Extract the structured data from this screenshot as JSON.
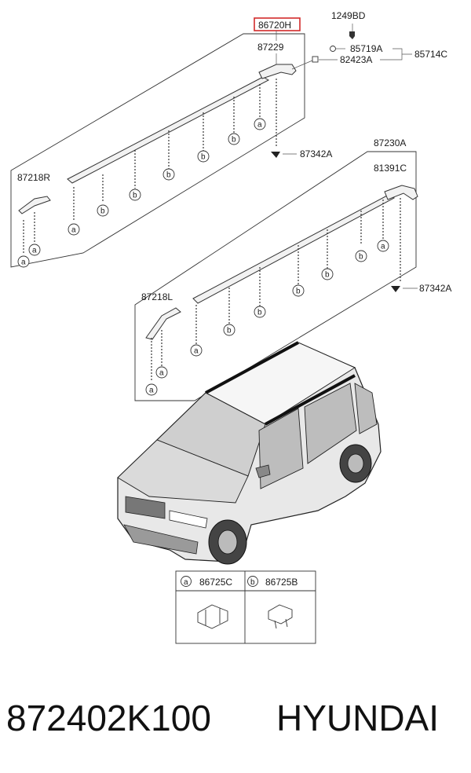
{
  "labels": {
    "highlighted_part": "86720H",
    "p1249BD": "1249BD",
    "p85719A": "85719A",
    "p85714C": "85714C",
    "p82423A": "82423A",
    "p87229": "87229",
    "p87342A_top": "87342A",
    "p87218R": "87218R",
    "p87230A": "87230A",
    "p81391C": "81391C",
    "p87218L": "87218L",
    "p87342A_right": "87342A"
  },
  "clip_markers": {
    "a": "a",
    "b": "b"
  },
  "legend": {
    "a_key": "a",
    "a_part": "86725C",
    "b_key": "b",
    "b_part": "86725B"
  },
  "footer": {
    "part_number": "872402K100",
    "brand": "HYUNDAI"
  },
  "colors": {
    "highlight": "#d22b2b",
    "line": "#333333",
    "car_body": "#3a3a3a",
    "roof_rack": "#111111"
  }
}
